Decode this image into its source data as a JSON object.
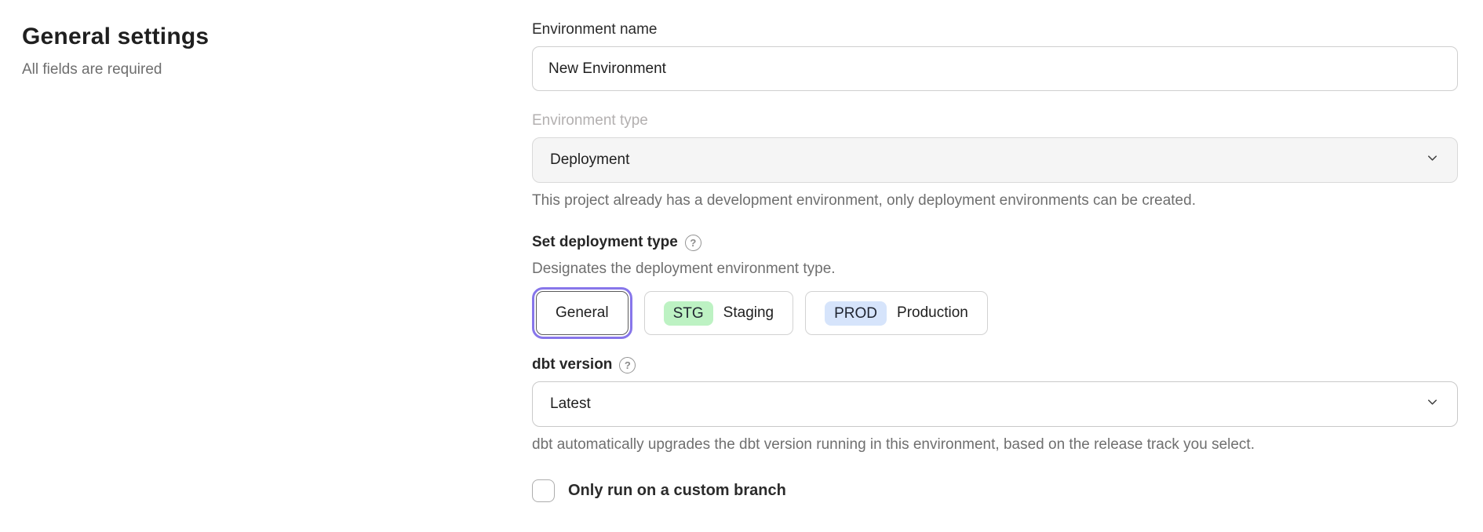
{
  "page": {
    "title": "General settings",
    "subtitle": "All fields are required"
  },
  "form": {
    "environment_name": {
      "label": "Environment name",
      "value": "New Environment"
    },
    "environment_type": {
      "label": "Environment type",
      "value": "Deployment",
      "disabled": true,
      "helper": "This project already has a development environment, only deployment environments can be created."
    },
    "deployment_type": {
      "label": "Set deployment type",
      "helper": "Designates the deployment environment type.",
      "options": [
        {
          "label": "General",
          "badge": "",
          "selected": true
        },
        {
          "label": "Staging",
          "badge": "STG",
          "selected": false
        },
        {
          "label": "Production",
          "badge": "PROD",
          "selected": false
        }
      ]
    },
    "dbt_version": {
      "label": "dbt version",
      "value": "Latest",
      "helper": "dbt automatically upgrades the dbt version running in this environment, based on the release track you select."
    },
    "custom_branch": {
      "label": "Only run on a custom branch",
      "checked": false
    }
  },
  "icons": {
    "help": "?"
  },
  "colors": {
    "selected_ring": "#8776ea",
    "stg_badge_bg": "#bdf2c3",
    "prod_badge_bg": "#d6e4fb",
    "disabled_field_bg": "#f5f5f5"
  }
}
